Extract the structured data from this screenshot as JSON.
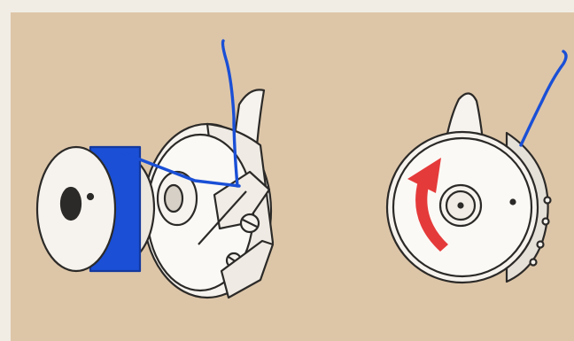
{
  "illustration": {
    "left_figure": {
      "parts": [
        "bobbin",
        "bobbin-case",
        "thread"
      ]
    },
    "right_figure": {
      "parts": [
        "bobbin-case-back",
        "rotation-arrow",
        "thread"
      ]
    },
    "colors": {
      "panel": "#ddc6a8",
      "paper_border": "#f1ede4",
      "line": "#2c2a28",
      "metal": "#f6f3ee",
      "thread": "#1a4fd6",
      "arrow": "#e53a3a"
    }
  }
}
